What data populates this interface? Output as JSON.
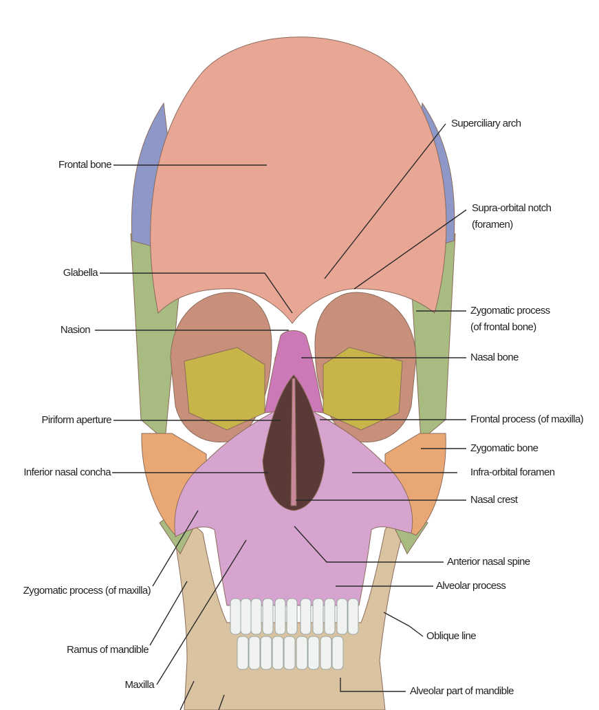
{
  "colors": {
    "frontal": "#e8a695",
    "parietal": "#8e98c8",
    "temporal": "#a8bb80",
    "zygomatic": "#e9a873",
    "maxilla": "#d7a3cf",
    "nasal": "#cc79b8",
    "mandible": "#d9c3a0",
    "orbit": "#c8907a",
    "orbit_floor": "#c8b54a",
    "cavity": "#5a3a36",
    "teeth": "#f1f3f1",
    "leader": "#2a2a2a"
  },
  "labels": {
    "frontal_bone": "Frontal bone",
    "superciliary_arch": "Superciliary arch",
    "supra_orbital_notch_1": "Supra-orbital notch",
    "supra_orbital_notch_2": "(foramen)",
    "glabella": "Glabella",
    "zygomatic_process_frontal_1": "Zygomatic process",
    "zygomatic_process_frontal_2": "(of frontal bone)",
    "nasion": "Nasion",
    "nasal_bone": "Nasal bone",
    "piriform_aperture": "Piriform aperture",
    "frontal_process_maxilla": "Frontal process (of maxilla)",
    "zygomatic_bone": "Zygomatic bone",
    "inferior_nasal_concha": "Inferior nasal concha",
    "infra_orbital_foramen": "Infra-orbital foramen",
    "nasal_crest": "Nasal crest",
    "anterior_nasal_spine": "Anterior nasal spine",
    "zygomatic_process_maxilla": "Zygomatic process (of maxilla)",
    "alveolar_process": "Alveolar process",
    "oblique_line": "Oblique line",
    "ramus_of_mandible": "Ramus of mandible",
    "maxilla": "Maxilla",
    "alveolar_part_mandible": "Alveolar part of mandible"
  }
}
